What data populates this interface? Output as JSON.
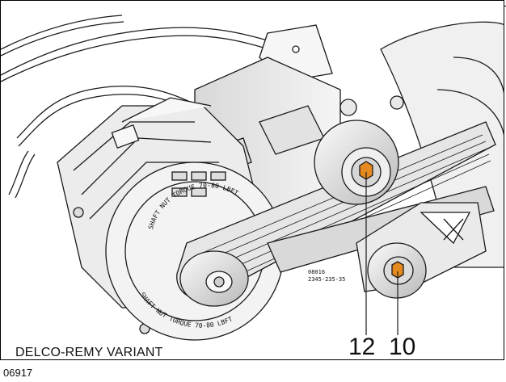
{
  "diagram": {
    "variant_label": "DELCO-REMY VARIANT",
    "callouts": [
      {
        "label": "12",
        "target": "upper idler pulley bolt"
      },
      {
        "label": "10",
        "target": "tensioner pulley bolt"
      }
    ],
    "engraved_text": {
      "inner_ring": "SHAFT NUT TORQUE 70-80 LBFT",
      "outer_ring": "SHAFT NUT TORQUE 70-80 LBFT",
      "tensioner_tag": "08016\n2345-235-35"
    },
    "figure_number": "06917"
  },
  "colors": {
    "bolt_highlight": "#e58a1f",
    "line": "#1a1a1a",
    "metal_light": "#f2f2f2",
    "metal_shade": "#c9c9c9",
    "metal_dark": "#8f8f8f"
  }
}
